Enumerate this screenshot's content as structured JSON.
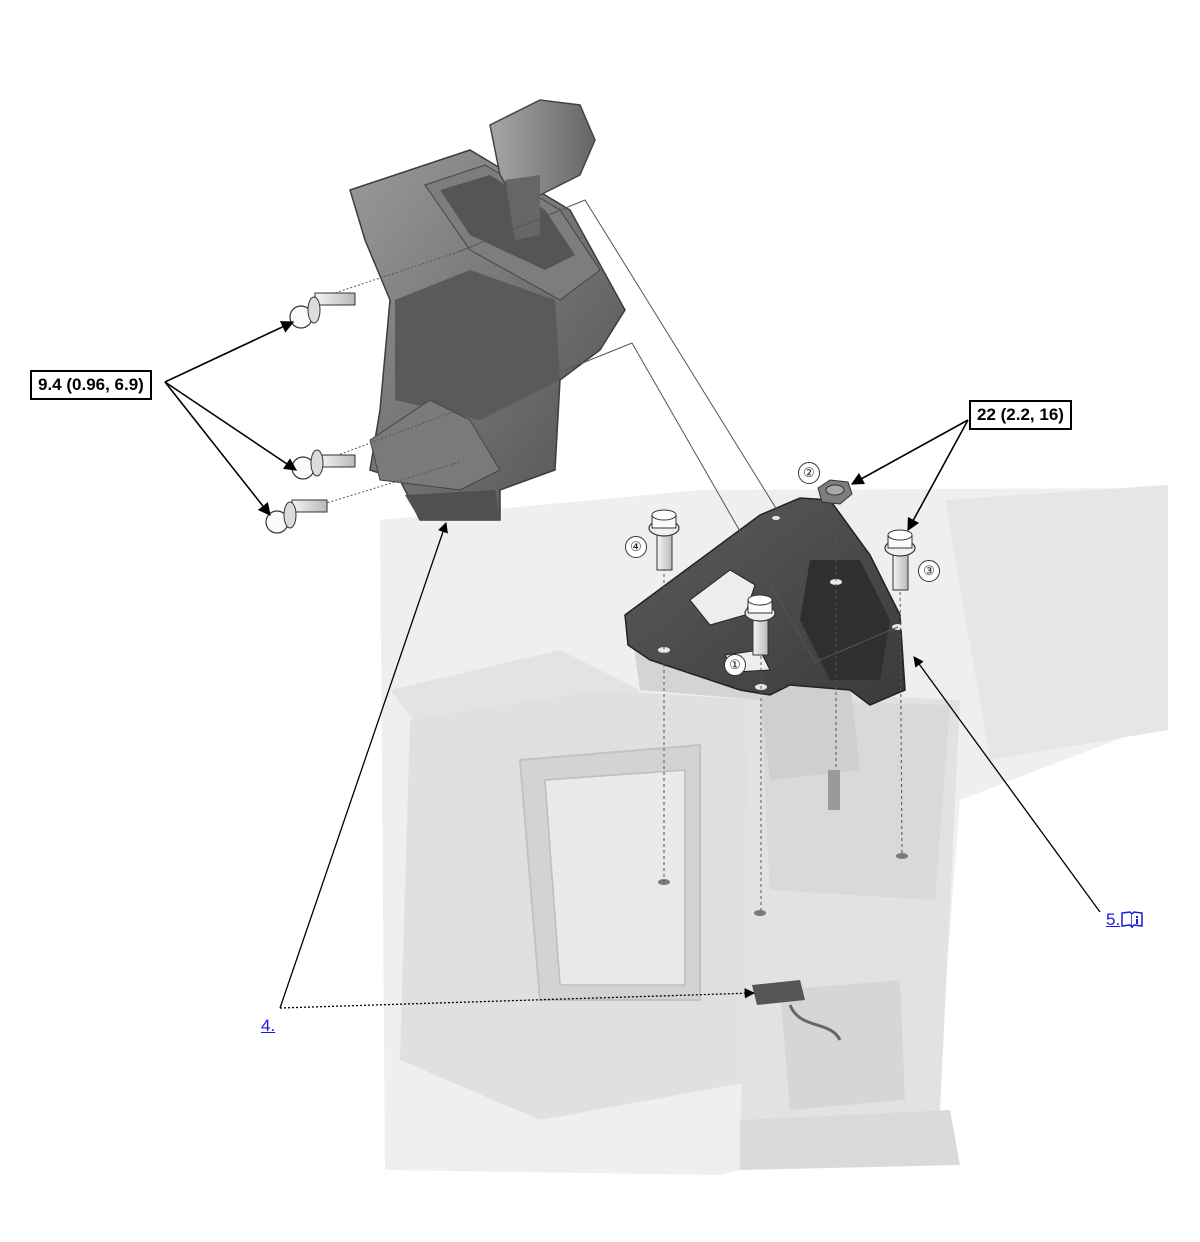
{
  "torque_specs": {
    "shifter_bolts": "9.4 (0.96, 6.9)",
    "bracket_fasteners": "22 (2.2, 16)"
  },
  "callouts": {
    "step_4": "4.",
    "step_5": "5."
  },
  "fastener_numbers": [
    "①",
    "②",
    "③",
    "④"
  ],
  "icons": {
    "reference": "book-info-icon"
  },
  "colors": {
    "part_gray": "#6f6f6f",
    "ghost_gray": "#e4e4e4",
    "link_blue": "#1a1ad6"
  }
}
